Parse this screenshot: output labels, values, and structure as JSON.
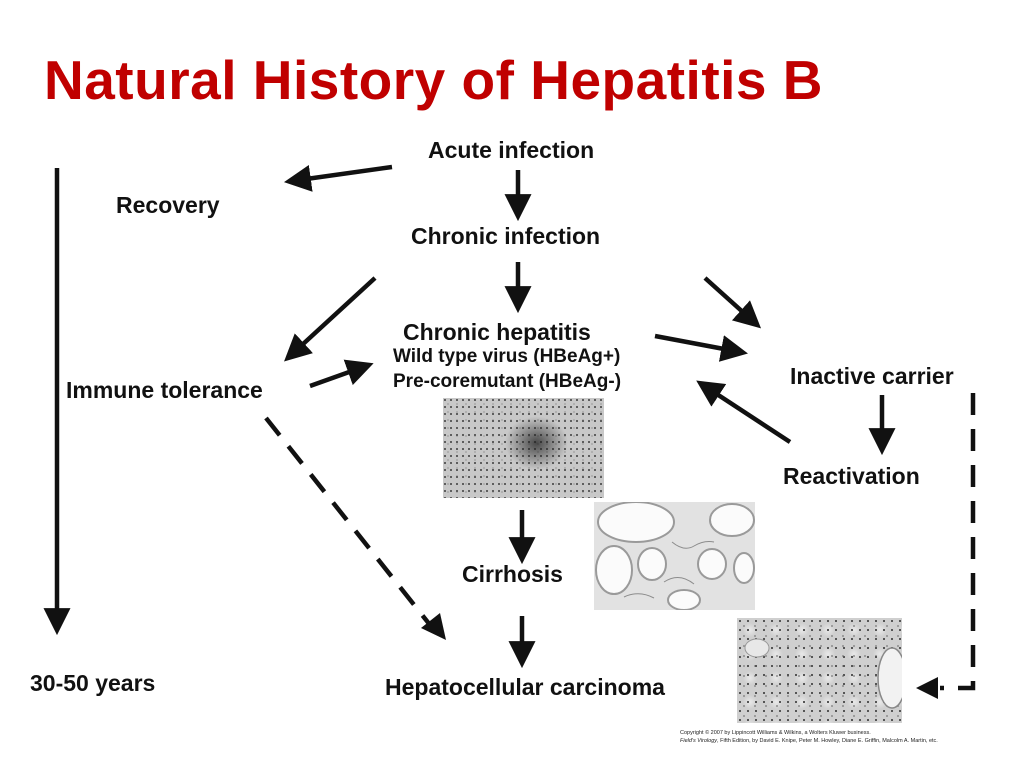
{
  "title": "Natural History of Hepatitis B",
  "nodes": {
    "acute_infection": "Acute infection",
    "recovery": "Recovery",
    "chronic_infection": "Chronic infection",
    "chronic_hepatitis": "Chronic hepatitis",
    "wild_type": "Wild type virus (HBeAg+)",
    "pre_core": "Pre-coremutant (HBeAg-)",
    "immune_tolerance": "Immune tolerance",
    "inactive_carrier": "Inactive carrier",
    "reactivation": "Reactivation",
    "cirrhosis": "Cirrhosis",
    "hcc": "Hepatocellular carcinoma",
    "timeline": "30-50 years"
  },
  "copyright": {
    "line1": "Copyright © 2007 by Lippincott Williams & Wilkins, a Wolters Kluwer business.",
    "line2_italic": "Field's Virology",
    "line2_rest": ", Fifth Edition, by David E. Knipe, Peter M. Howley, Diane E. Griffin, Malcolm A. Martin, etc."
  },
  "colors": {
    "title": "#c00000",
    "text": "#111111"
  }
}
